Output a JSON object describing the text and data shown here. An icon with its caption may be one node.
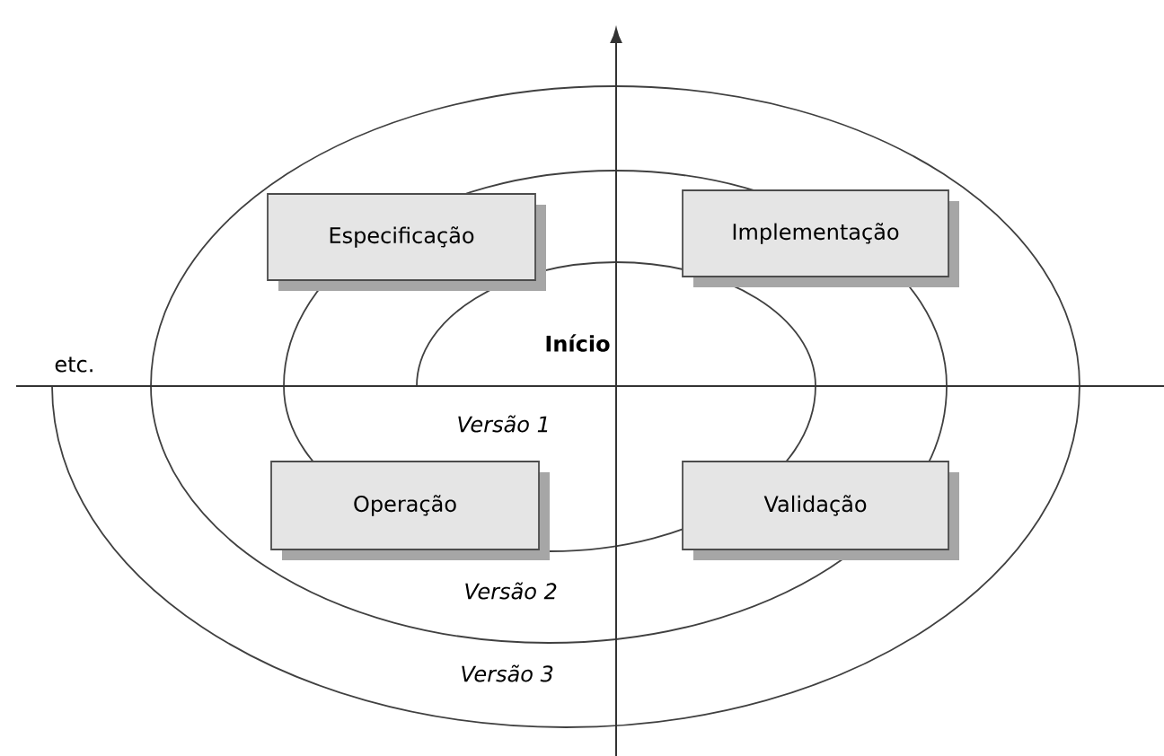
{
  "diagram": {
    "nodes": [
      {
        "text": [
          "Especificação"
        ]
      },
      {
        "text": [
          "Implementação"
        ]
      },
      {
        "text": [
          "Operação"
        ]
      },
      {
        "text": [
          "Validação"
        ]
      }
    ],
    "labels": [
      "Início",
      "etc.",
      "Versão 1",
      "Versão 2",
      "Versão 3"
    ]
  }
}
